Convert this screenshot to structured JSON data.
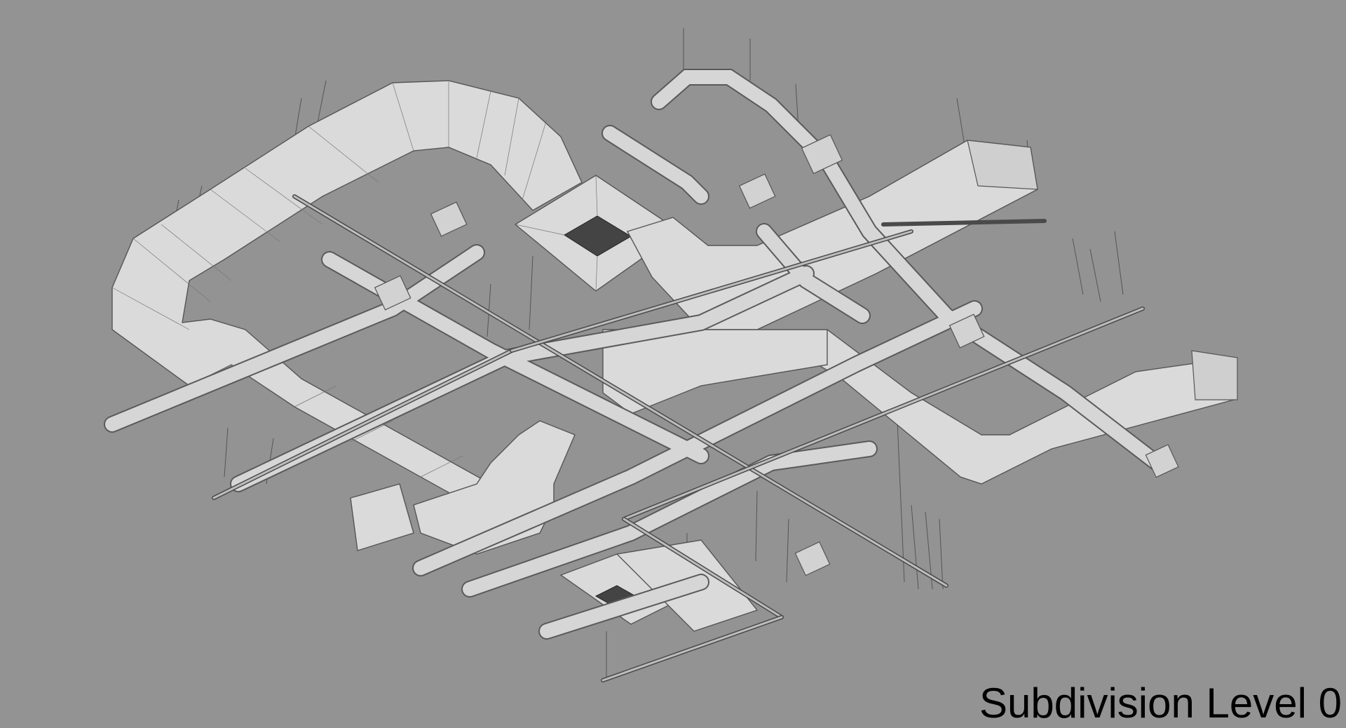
{
  "render": {
    "subject": "HVAC ductwork and piping 3D wireframe model",
    "background_color": "#939393",
    "view": "isometric-from-below"
  },
  "caption": {
    "text": "Subdivision Level 0",
    "color": "#000000"
  },
  "components": [
    {
      "name": "rectangular-duct-main-loop"
    },
    {
      "name": "rectangular-duct-right-branch"
    },
    {
      "name": "ceiling-diffuser-upper"
    },
    {
      "name": "ceiling-diffuser-lower"
    },
    {
      "name": "round-pipe-network"
    },
    {
      "name": "cable-tray-rails"
    },
    {
      "name": "hanger-rods"
    }
  ]
}
